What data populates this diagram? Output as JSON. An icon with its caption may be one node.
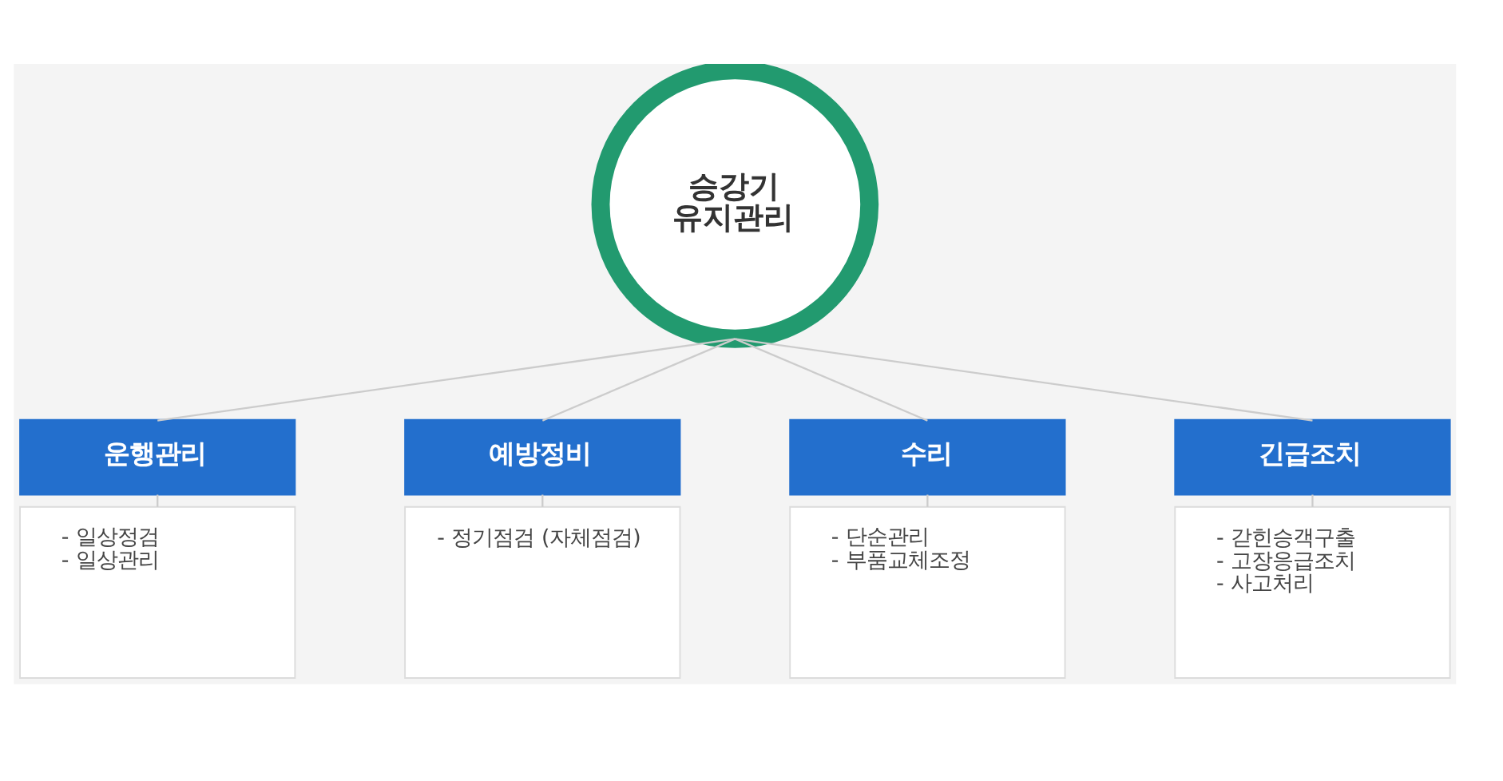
{
  "diagram": {
    "nodes": [
      {
        "text": [
          "승강기 유지관리"
        ]
      },
      {
        "text": [
          "운행관리"
        ]
      },
      {
        "text": [
          "예방정비"
        ]
      },
      {
        "text": [
          "수리"
        ]
      },
      {
        "text": [
          "긴급조치"
        ]
      },
      {
        "text": [
          "- 일상정검",
          "- 일상관리"
        ]
      },
      {
        "text": [
          "- 정기점검 (자체점검)"
        ]
      },
      {
        "text": [
          "- 단순관리",
          "- 부품교체조정"
        ]
      },
      {
        "text": [
          "- 갇힌승객구출",
          "- 고장응급조치",
          "- 사고처리"
        ]
      }
    ],
    "edges": [
      {
        "from": 0,
        "to": 1,
        "arrow": "none"
      },
      {
        "from": 0,
        "to": 2,
        "arrow": "none"
      },
      {
        "from": 0,
        "to": 3,
        "arrow": "none"
      },
      {
        "from": 0,
        "to": 4,
        "arrow": "none"
      },
      {
        "from": 1,
        "to": 5,
        "arrow": "none"
      },
      {
        "from": 2,
        "to": 6,
        "arrow": "none"
      },
      {
        "from": 3,
        "to": 7,
        "arrow": "none"
      },
      {
        "from": 4,
        "to": 8,
        "arrow": "none"
      }
    ]
  }
}
